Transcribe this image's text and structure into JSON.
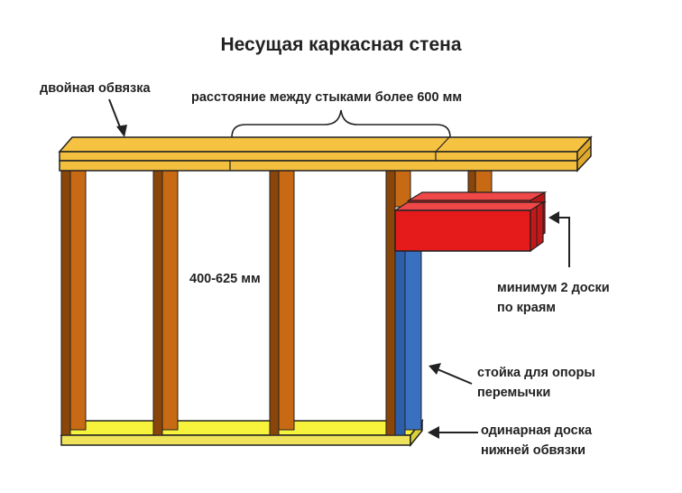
{
  "title": "Несущая каркасная стена",
  "labels": {
    "double_top_plate": "двойная обвязка",
    "joint_distance": "расстояние между стыками  более 600 мм",
    "stud_spacing": "400-625 мм",
    "header_boards": [
      "минимум 2 доски",
      "по краям"
    ],
    "jack_stud": [
      "стойка для опоры",
      "перемычки"
    ],
    "bottom_plate": [
      "одинарная доска",
      "нижней обвязки"
    ]
  },
  "colors": {
    "top_plate": "#f5c242",
    "stud": "#c86a14",
    "stud_edge": "#8a4508",
    "header": "#e51b1b",
    "jack_stud": "#3a70c0",
    "bottom_plate": "#f7f23c",
    "outline": "#222222"
  }
}
